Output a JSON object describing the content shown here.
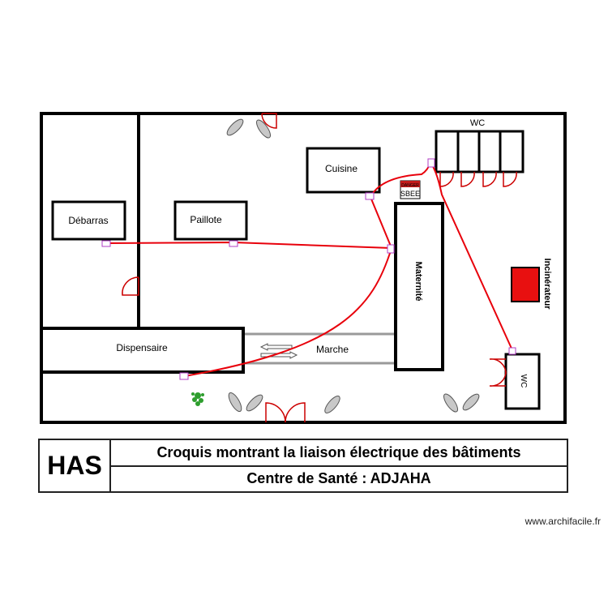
{
  "rooms": {
    "debarras": "Débarras",
    "paillote": "Paillote",
    "cuisine": "Cuisine",
    "wc_top": "WC",
    "maternite": "Maternité",
    "incinerateur": "Incinérateur",
    "dispensaire": "Dispensaire",
    "marche": "Marche",
    "wc_right": "WC"
  },
  "panel_sign": {
    "top": "DANGER",
    "bottom": "SBEE"
  },
  "title_block": {
    "abbreviation": "HAS",
    "title": "Croquis montrant la liaison électrique des bâtiments",
    "subtitle": "Centre de Santé : ADJAHA"
  },
  "footer": {
    "credit": "www.archifacile.fr"
  },
  "colors": {
    "wall": "#000000",
    "electric_line": "#e8000b",
    "door": "#cc0000",
    "incinerator": "#e81010",
    "socket": "#b03cc4",
    "walkway": "#9a9a9a"
  },
  "icons": {
    "light_fixture": "light-fixture-icon",
    "plant": "plant-icon",
    "socket": "socket-icon",
    "electric_panel": "electric-panel-icon"
  }
}
